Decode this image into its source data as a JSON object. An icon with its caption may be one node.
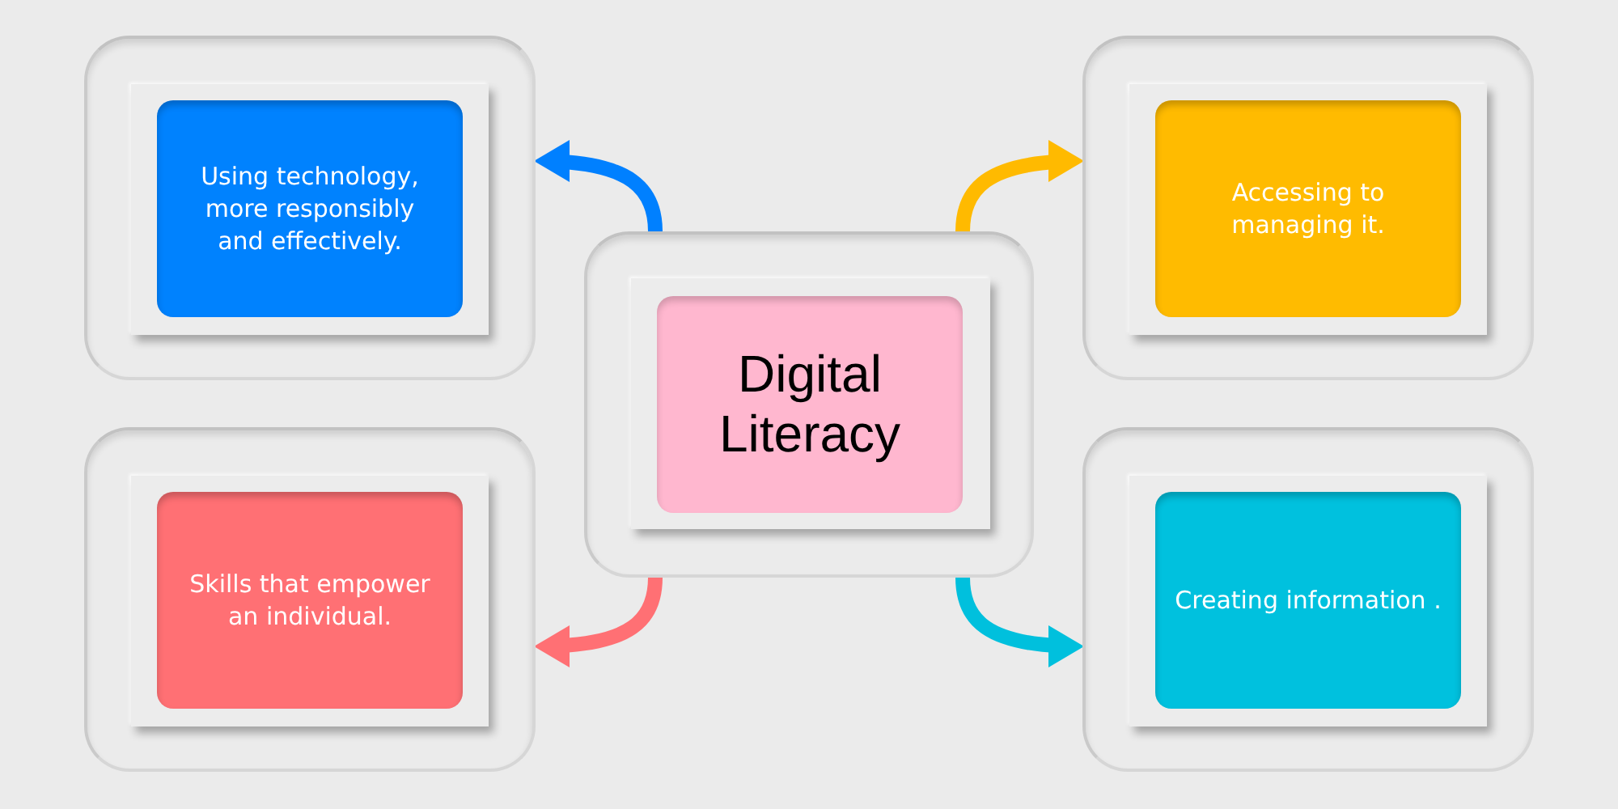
{
  "diagram": {
    "nodes": [
      {
        "text": [],
        "shape": "box"
      },
      {
        "text": [],
        "shape": "box",
        "in": 0
      },
      {
        "text": [
          "Using technology, more responsibly and effectively."
        ],
        "in": 1
      },
      {
        "text": [],
        "shape": "box"
      },
      {
        "text": [],
        "shape": "box",
        "in": 3
      },
      {
        "text": [
          "Accessing to managing it."
        ],
        "in": 4
      },
      {
        "text": [],
        "shape": "box"
      },
      {
        "text": [],
        "shape": "box",
        "in": 6
      },
      {
        "text": [
          "Digital Literacy"
        ],
        "in": 7
      },
      {
        "text": [],
        "shape": "box"
      },
      {
        "text": [],
        "shape": "box",
        "in": 9
      },
      {
        "text": [
          "Skills that empower an individual."
        ],
        "in": 10
      },
      {
        "text": [],
        "shape": "box"
      },
      {
        "text": [],
        "shape": "box",
        "in": 12
      },
      {
        "text": [
          "Creating information ."
        ],
        "in": 13
      }
    ],
    "edges": [
      {
        "from": 6,
        "to": 0,
        "arrow": "to",
        "color": "#0080ff"
      },
      {
        "from": 6,
        "to": 3,
        "arrow": "to",
        "color": "#ffba00"
      },
      {
        "from": 6,
        "to": 9,
        "arrow": "to",
        "color": "#ff7074"
      },
      {
        "from": 6,
        "to": 12,
        "arrow": "to",
        "color": "#00c0dd"
      }
    ]
  }
}
